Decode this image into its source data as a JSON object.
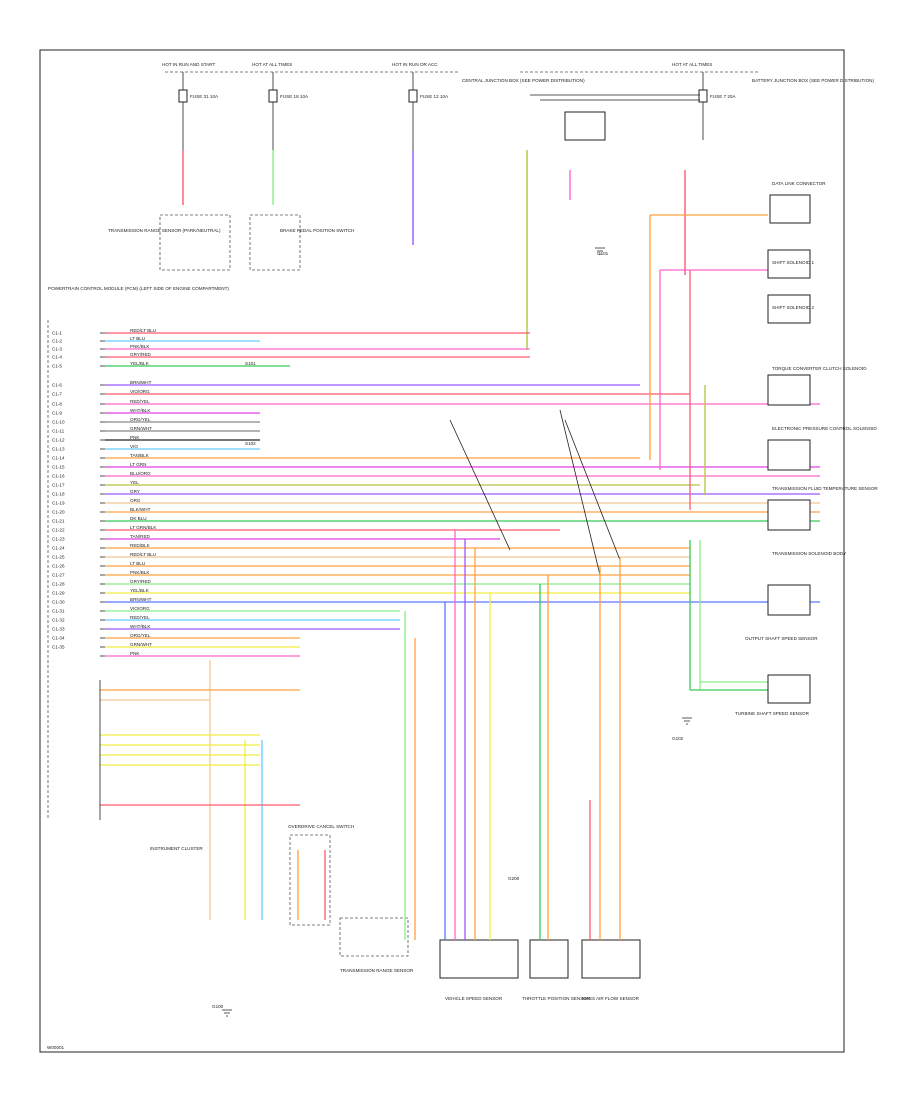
{
  "diagram": {
    "footer_code": "W00001",
    "colors": {
      "red": "#ff5a6e",
      "pink": "#ff66cc",
      "magenta": "#e040e0",
      "violet": "#9b59ff",
      "blue": "#5a78ff",
      "lightblue": "#66ccff",
      "green": "#33cc55",
      "lightgreen": "#88ee88",
      "yellow": "#f0ee40",
      "orange": "#ffa040",
      "tan": "#f0c890",
      "olive": "#b8c040",
      "gray": "#888888",
      "black": "#222222"
    },
    "top_labels": {
      "hot_run_start": "HOT IN RUN AND START",
      "hot_at_all_times_1": "HOT AT ALL TIMES",
      "hot_run_acc": "HOT IN RUN OR ACC",
      "hot_at_all_times_2": "HOT AT ALL TIMES",
      "fuse_box_note": "CENTRAL JUNCTION BOX (SEE POWER DISTRIBUTION)",
      "battery_junction_note": "BATTERY JUNCTION BOX (SEE POWER DISTRIBUTION)"
    },
    "fuses": [
      "FUSE 31 10A",
      "FUSE 18 10A",
      "FUSE 12 10A",
      "FUSE 7 20A"
    ],
    "component_labels": {
      "pcm": "POWERTRAIN CONTROL MODULE (PCM) (LEFT SIDE OF ENGINE COMPARTMENT)",
      "park_neutral_switch": "TRANSMISSION RANGE SENSOR (PARK/NEUTRAL)",
      "brake_switch": "BRAKE PEDAL POSITION SWITCH",
      "data_link": "DATA LINK CONNECTOR",
      "cluster": "INSTRUMENT CLUSTER",
      "overdrive_switch": "OVERDRIVE CANCEL SWITCH",
      "shift_solenoid_1": "SHIFT SOLENOID 1",
      "shift_solenoid_2": "SHIFT SOLENOID 2",
      "tcc_solenoid": "TORQUE CONVERTER CLUTCH SOLENOID",
      "epc_solenoid": "ELECTRONIC PRESSURE CONTROL SOLENOID",
      "tft_sensor": "TRANSMISSION FLUID TEMPERATURE SENSOR",
      "transmission_solenoid_body": "TRANSMISSION SOLENOID BODY",
      "output_shaft_sensor": "OUTPUT SHAFT SPEED SENSOR",
      "turbine_shaft_sensor": "TURBINE SHAFT SPEED SENSOR",
      "vehicle_speed_sensor": "VEHICLE SPEED SENSOR",
      "throttle_position_sensor": "THROTTLE POSITION SENSOR",
      "transmission_range_sensor": "TRANSMISSION RANGE SENSOR",
      "mass_air_flow_sensor": "MASS AIR FLOW SENSOR",
      "ground_g100": "G100",
      "ground_g101": "G101",
      "ground_g102": "G102",
      "ground_g200": "G200",
      "ground_s101": "S101",
      "ground_s102": "S102"
    },
    "pcm_pins": [
      "C1-1",
      "C1-2",
      "C1-3",
      "C1-4",
      "C1-5",
      "C1-6",
      "C1-7",
      "C1-8",
      "C1-9",
      "C1-10",
      "C1-11",
      "C1-12",
      "C1-13",
      "C1-14",
      "C1-15",
      "C1-16",
      "C1-17",
      "C1-18",
      "C1-19",
      "C1-20",
      "C1-21",
      "C1-22",
      "C1-23",
      "C1-24",
      "C1-25",
      "C1-26",
      "C1-27",
      "C1-28",
      "C1-29",
      "C1-30",
      "C1-31",
      "C1-32",
      "C1-33",
      "C1-34",
      "C1-35"
    ],
    "wire_labels": [
      "RED/LT BLU",
      "LT BLU",
      "PNK/BLK",
      "GRY/RED",
      "YEL/BLK",
      "BRN/WHT",
      "VIO/ORG",
      "RED/YEL",
      "WHT/BLK",
      "ORG/YEL",
      "GRN/WHT",
      "PNK",
      "VIO",
      "TAN/BLK",
      "LT GRN",
      "BLU/ORG",
      "YEL",
      "GRY",
      "ORG",
      "BLK/WHT",
      "DK BLU",
      "LT GRN/BLK",
      "TAN/RED",
      "RED/BLK"
    ]
  }
}
